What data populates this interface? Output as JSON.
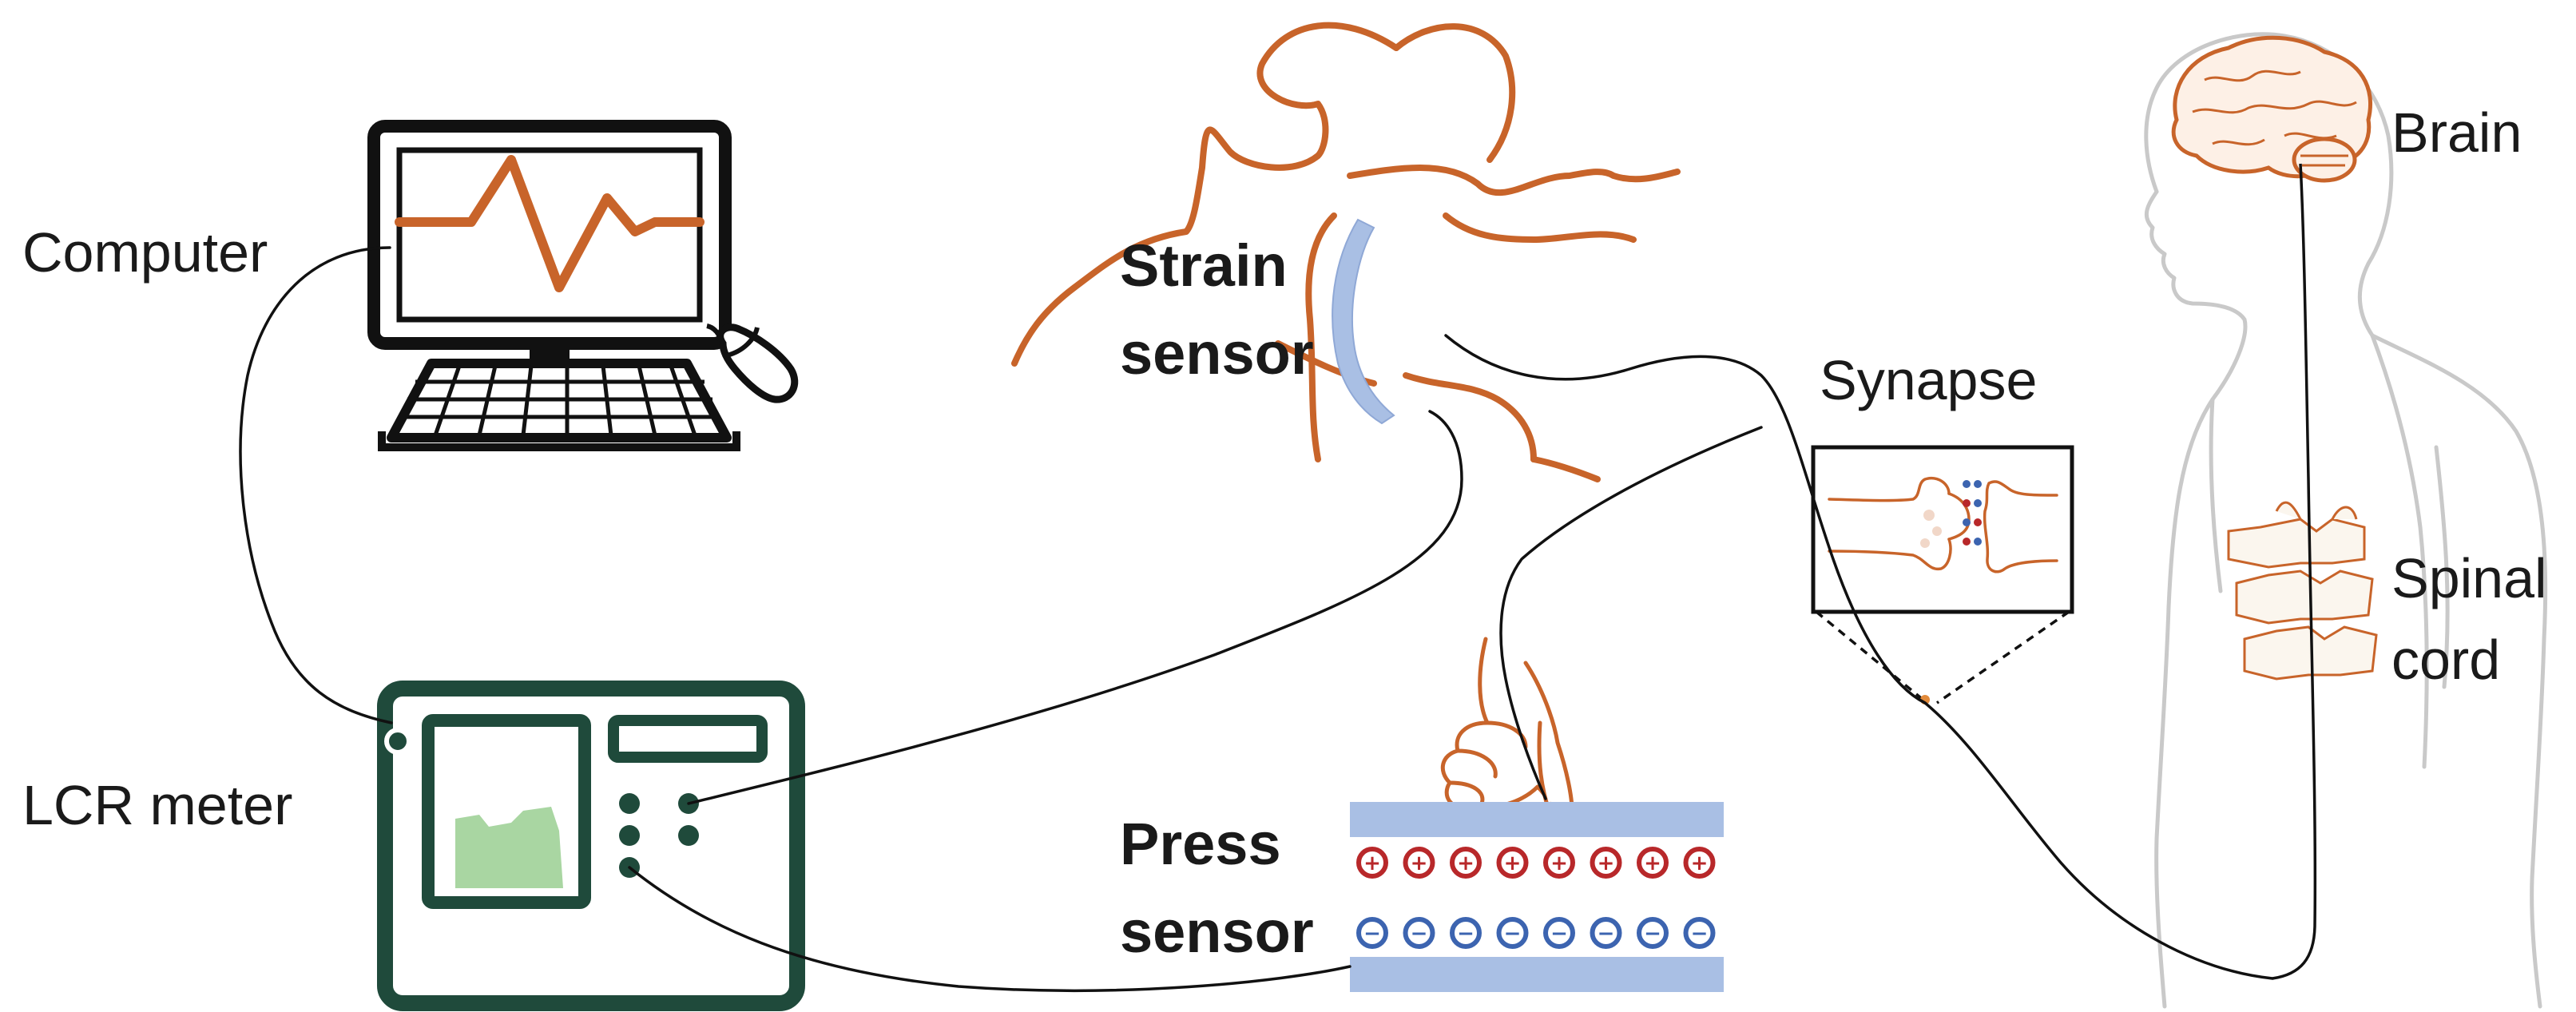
{
  "labels": {
    "computer": "Computer",
    "lcr_meter": "LCR meter",
    "strain_sensor_line1": "Strain",
    "strain_sensor_line2": "sensor",
    "press_sensor_line1": "Press",
    "press_sensor_line2": "sensor",
    "synapse": "Synapse",
    "brain": "Brain",
    "spinal_cord_line1": "Spinal",
    "spinal_cord_line2": "cord"
  },
  "charges": {
    "positive": "+",
    "negative": "−"
  },
  "colors": {
    "outline_dark": "#111111",
    "muscle_orange": "#c8642a",
    "sensor_blue": "#a9bfe4",
    "meter_green": "#1f4a3b",
    "screen_green": "#a9d6a2",
    "positive_red": "#b8282a",
    "negative_blue": "#3c64b0",
    "body_gray": "#c9c9c9"
  }
}
